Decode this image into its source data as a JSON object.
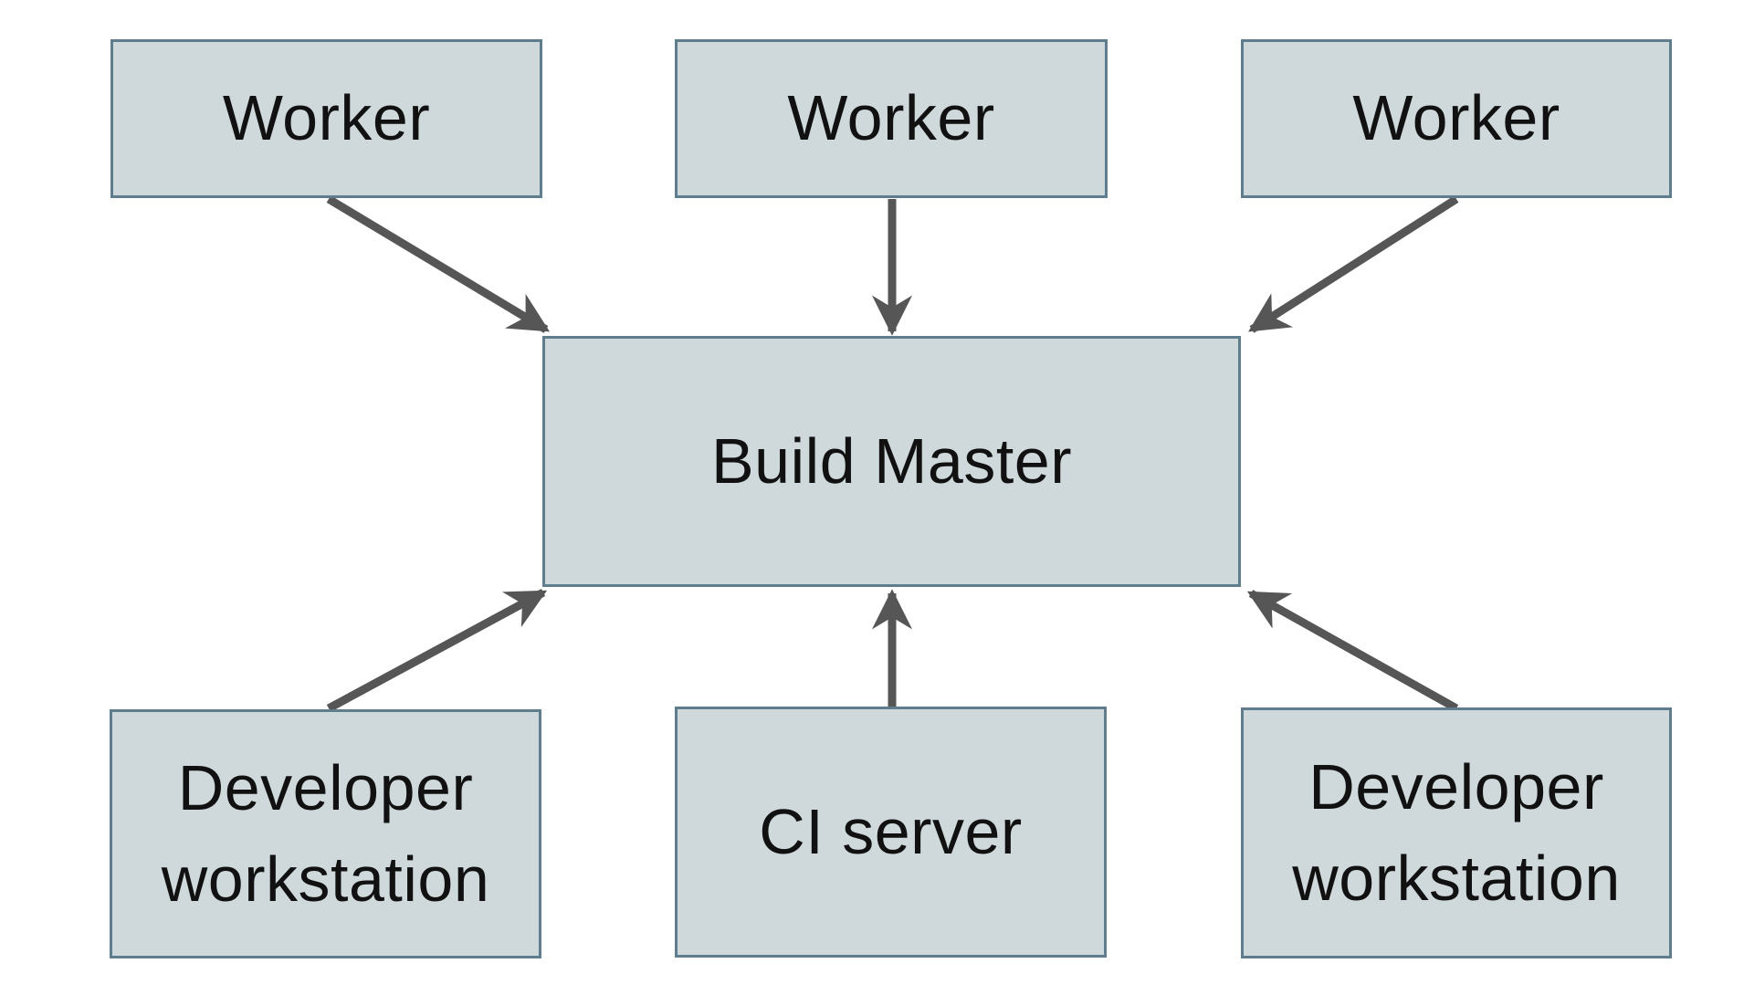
{
  "diagram": {
    "type": "architecture-diagram",
    "nodes": {
      "worker_left": {
        "label": "Worker"
      },
      "worker_center": {
        "label": "Worker"
      },
      "worker_right": {
        "label": "Worker"
      },
      "build_master": {
        "label": "Build Master"
      },
      "dev_workstation_left": {
        "label": "Developer workstation"
      },
      "ci_server": {
        "label": "CI server"
      },
      "dev_workstation_right": {
        "label": "Developer workstation"
      }
    },
    "edges": [
      {
        "from": "worker_left",
        "to": "build_master",
        "direction": "down-right"
      },
      {
        "from": "worker_center",
        "to": "build_master",
        "direction": "down"
      },
      {
        "from": "worker_right",
        "to": "build_master",
        "direction": "down-left"
      },
      {
        "from": "dev_workstation_left",
        "to": "build_master",
        "direction": "up-right"
      },
      {
        "from": "ci_server",
        "to": "build_master",
        "direction": "up"
      },
      {
        "from": "dev_workstation_right",
        "to": "build_master",
        "direction": "up-left"
      }
    ],
    "colors": {
      "background": "#ffffff",
      "node_fill": "#cfd8da",
      "node_border": "#5f7d8c",
      "arrow": "#565656",
      "text": "#111111"
    }
  }
}
